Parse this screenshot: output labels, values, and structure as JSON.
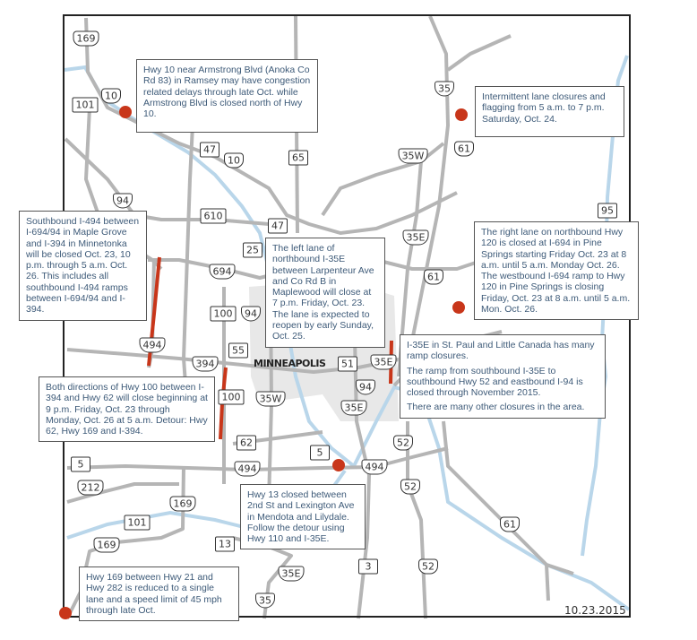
{
  "map": {
    "city_label": "MINNEAPOLIS",
    "date": "10.23.2015",
    "colors": {
      "road": "#b5b5b5",
      "water": "#b9d6ea",
      "closure": "#c8361a",
      "urban": "#e6e6e6",
      "callout_text": "#3d5a78"
    },
    "shields": [
      "169",
      "10",
      "101",
      "47",
      "10",
      "65",
      "94",
      "610",
      "47",
      "25",
      "694",
      "100",
      "94",
      "494",
      "55",
      "394",
      "51",
      "35E",
      "94",
      "35W",
      "35E",
      "100",
      "62",
      "5",
      "494",
      "5",
      "494",
      "212",
      "169",
      "101",
      "169",
      "13",
      "35E",
      "3",
      "52",
      "52",
      "52",
      "61",
      "35",
      "35",
      "61",
      "35W",
      "95",
      "35E",
      "61"
    ],
    "callouts": [
      {
        "paragraphs": [
          "Hwy 10 near Armstrong Blvd (Anoka Co Rd 83) in Ramsey may have congestion related delays through late Oct. while Armstrong Blvd is closed north of Hwy 10."
        ]
      },
      {
        "paragraphs": [
          "Intermittent lane closures and flagging from 5 a.m. to 7 p.m. Saturday, Oct. 24."
        ]
      },
      {
        "paragraphs": [
          "Southbound I-494 between I-694/94 in Maple Grove and I-394 in Minnetonka will be closed Oct. 23, 10 p.m. through 5 a.m. Oct. 26. This includes all southbound I-494 ramps between I-694/94 and I-394."
        ]
      },
      {
        "paragraphs": [
          "The left lane of northbound I-35E between Larpenteur Ave and Co Rd B in Maplewood will close at 7 p.m. Friday, Oct. 23. The lane is expected to reopen by early Sunday, Oct. 25."
        ]
      },
      {
        "paragraphs": [
          "The right lane on northbound Hwy 120 is closed at I-694 in Pine Springs starting Friday Oct. 23 at 8 a.m. until 5 a.m. Monday Oct. 26. The westbound I-694 ramp to Hwy 120 in Pine Springs is closing Friday, Oct. 23 at 8 a.m. until 5 a.m. Mon. Oct. 26."
        ]
      },
      {
        "paragraphs": [
          "I-35E in St. Paul and Little Canada has many ramp closures.",
          "The ramp from southbound I-35E to southbound Hwy 52 and eastbound I-94 is closed through November 2015.",
          "There are many other closures in the area."
        ]
      },
      {
        "paragraphs": [
          "Both directions of Hwy 100 between I-394 and Hwy 62 will close beginning at 9 p.m. Friday, Oct. 23 through Monday, Oct. 26 at 5 a.m. Detour: Hwy 62, Hwy 169 and I-394."
        ]
      },
      {
        "paragraphs": [
          "Hwy 13 closed between 2nd St and Lexington Ave in Mendota and Lilydale. Follow the detour using Hwy 110 and I-35E."
        ]
      },
      {
        "paragraphs": [
          "Hwy 169 between Hwy 21 and Hwy 282 is reduced to a single lane and a speed limit of 45 mph through late Oct."
        ]
      }
    ]
  }
}
